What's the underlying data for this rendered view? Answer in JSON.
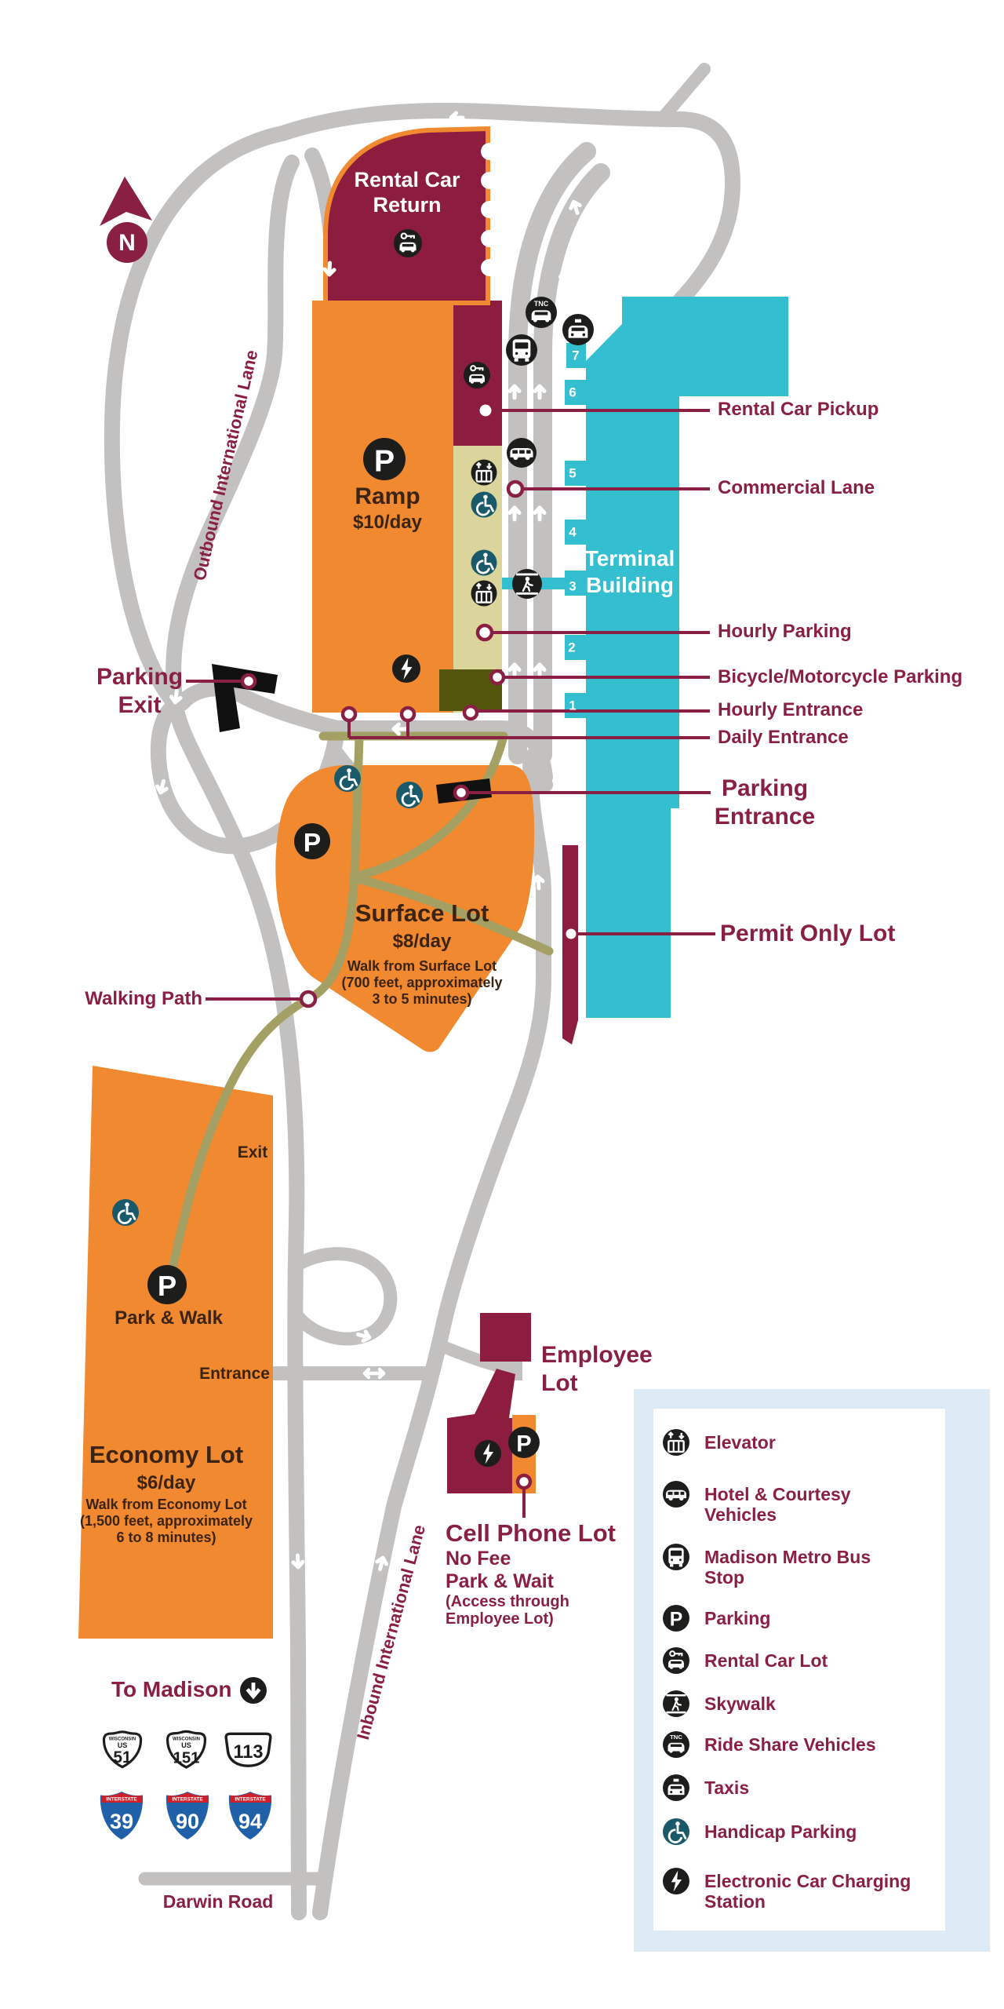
{
  "compass": {
    "n": "N"
  },
  "roads": {
    "outbound": "Outbound International Lane",
    "inbound": "Inbound International Lane",
    "darwin": "Darwin Road"
  },
  "terminal": {
    "title_line1": "Terminal",
    "title_line2": "Building",
    "gates": [
      "7",
      "6",
      "5",
      "4",
      "3",
      "2",
      "1"
    ]
  },
  "lots": {
    "rental_return": {
      "title_line1": "Rental Car",
      "title_line2": "Return"
    },
    "ramp": {
      "title": "Ramp",
      "price": "$10/day"
    },
    "surface": {
      "title": "Surface Lot",
      "price": "$8/day",
      "note_lines": [
        "Walk from Surface Lot",
        "(700 feet, approximately",
        "3 to 5 minutes)"
      ]
    },
    "economy": {
      "title": "Economy Lot",
      "price": "$6/day",
      "note_lines": [
        "Walk from Economy Lot",
        "(1,500 feet, approximately",
        "6 to 8 minutes)"
      ],
      "park_walk": "Park & Walk",
      "exit_label": "Exit",
      "entrance_label": "Entrance"
    },
    "employee": {
      "title_line1": "Employee",
      "title_line2": "Lot"
    },
    "cell_phone": {
      "title": "Cell Phone Lot",
      "line1": "No Fee",
      "line2": "Park & Wait",
      "line3": "(Access through",
      "line4": "Employee Lot)"
    }
  },
  "callouts": {
    "rental_pickup": "Rental Car Pickup",
    "commercial_lane": "Commercial Lane",
    "hourly_parking": "Hourly Parking",
    "bicycle": "Bicycle/Motorcycle Parking",
    "hourly_entrance": "Hourly Entrance",
    "daily_entrance": "Daily Entrance",
    "parking_exit_line1": "Parking",
    "parking_exit_line2": "Exit",
    "parking_entrance_line1": "Parking",
    "parking_entrance_line2": "Entrance",
    "permit_only": "Permit Only Lot",
    "walking_path": "Walking Path"
  },
  "to_madison": {
    "label": "To Madison"
  },
  "shields": {
    "wisconsin": "WISCONSIN",
    "us": "US",
    "us51": "51",
    "us151": "151",
    "wi113": "113",
    "interstate": "INTERSTATE",
    "i39": "39",
    "i90": "90",
    "i94": "94"
  },
  "legend": {
    "items": [
      {
        "icon": "elevator-icon",
        "label": "Elevator"
      },
      {
        "icon": "hotel-courtesy-vehicles-icon",
        "label": "Hotel & Courtesy Vehicles"
      },
      {
        "icon": "metro-bus-icon",
        "label": "Madison Metro Bus Stop"
      },
      {
        "icon": "parking-icon",
        "label": "Parking"
      },
      {
        "icon": "rental-car-icon",
        "label": "Rental Car Lot"
      },
      {
        "icon": "skywalk-icon",
        "label": "Skywalk"
      },
      {
        "icon": "ride-share-icon",
        "label": "Ride Share Vehicles"
      },
      {
        "icon": "taxi-icon",
        "label": "Taxis"
      },
      {
        "icon": "handicap-icon",
        "label": "Handicap Parking"
      },
      {
        "icon": "charging-icon",
        "label": "Electronic Car Charging Station"
      }
    ]
  },
  "colors": {
    "maroon_text": "#8A1F44",
    "lot_maroon": "#8C1D3F",
    "orange": "#F0892F",
    "terminal_cyan": "#33BFCF",
    "tan": "#DBD49B",
    "olive_square": "#54560E",
    "walking_path": "#A4A063",
    "road_gray": "#C2C1C0",
    "legend_bg": "#DCEAF5",
    "handicap_teal": "#19596A",
    "icon_black": "#1D1D1B",
    "dark_title": "#3B2414"
  }
}
